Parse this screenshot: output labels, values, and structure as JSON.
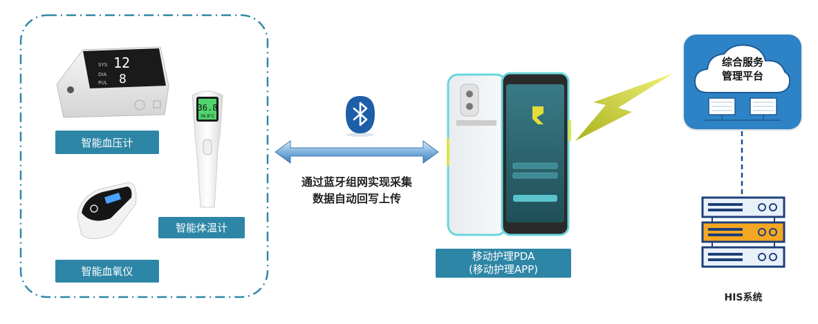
{
  "devices": {
    "bp_label": "智能血压计",
    "thermo_label": "智能体温计",
    "oxi_label": "智能血氧仪",
    "bp_display": {
      "sys": "SYS",
      "dia": "DIA",
      "pul": "PUL",
      "sys_val": "12",
      "dia_val": "8"
    },
    "thermo_reading": "36.8",
    "thermo_sub": "36.8°C"
  },
  "link": {
    "line1": "通过蓝牙组网实现采集",
    "line2": "数据自动回写上传"
  },
  "pda": {
    "line1": "移动护理PDA",
    "line2": "(移动护理APP)"
  },
  "cloud": {
    "line1": "综合服务",
    "line2": "管理平台"
  },
  "his": {
    "label": "HIS系统"
  },
  "colors": {
    "label_bg": "#2e86a6",
    "arrow": "#3a8fc4",
    "bluetooth": "#1d5ea8",
    "cloud_panel": "#2d83c6",
    "bolt": "#d9dc3a"
  }
}
